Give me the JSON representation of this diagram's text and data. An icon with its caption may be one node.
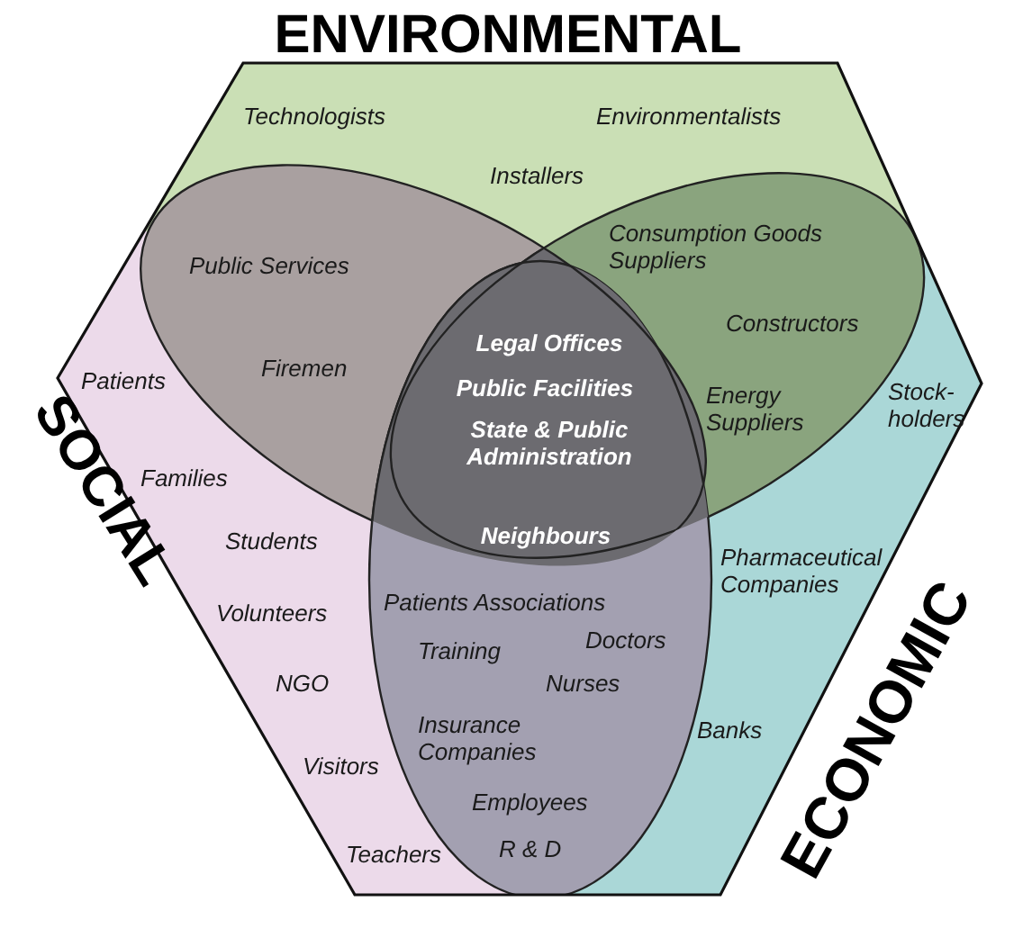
{
  "diagram": {
    "nodes": [
      {
        "text": [
          "ENVIRONMENTAL",
          "Technologists",
          "Environmentalists",
          "Installers"
        ]
      },
      {
        "text": [
          "Public Services",
          "Firemen"
        ]
      },
      {
        "text": [
          "Consumption Goods Suppliers",
          "Constructors",
          "Energy Suppliers"
        ]
      },
      {
        "text": [
          "Legal Offices",
          "Public Facilities",
          "State & Public Administration",
          "Neighbours"
        ]
      },
      {
        "text": [
          "SOCIAL",
          "Patients",
          "Families",
          "Students",
          "Volunteers",
          "NGO",
          "Visitors",
          "Teachers"
        ]
      },
      {
        "text": [
          "Patients Associations",
          "Doctors",
          "Training",
          "Nurses",
          "Insurance Companies",
          "Employees",
          "R & D"
        ]
      },
      {
        "text": [
          "ECONOMIC",
          "Stock- holders",
          "Pharmaceutical Companies",
          "Banks"
        ]
      }
    ]
  }
}
